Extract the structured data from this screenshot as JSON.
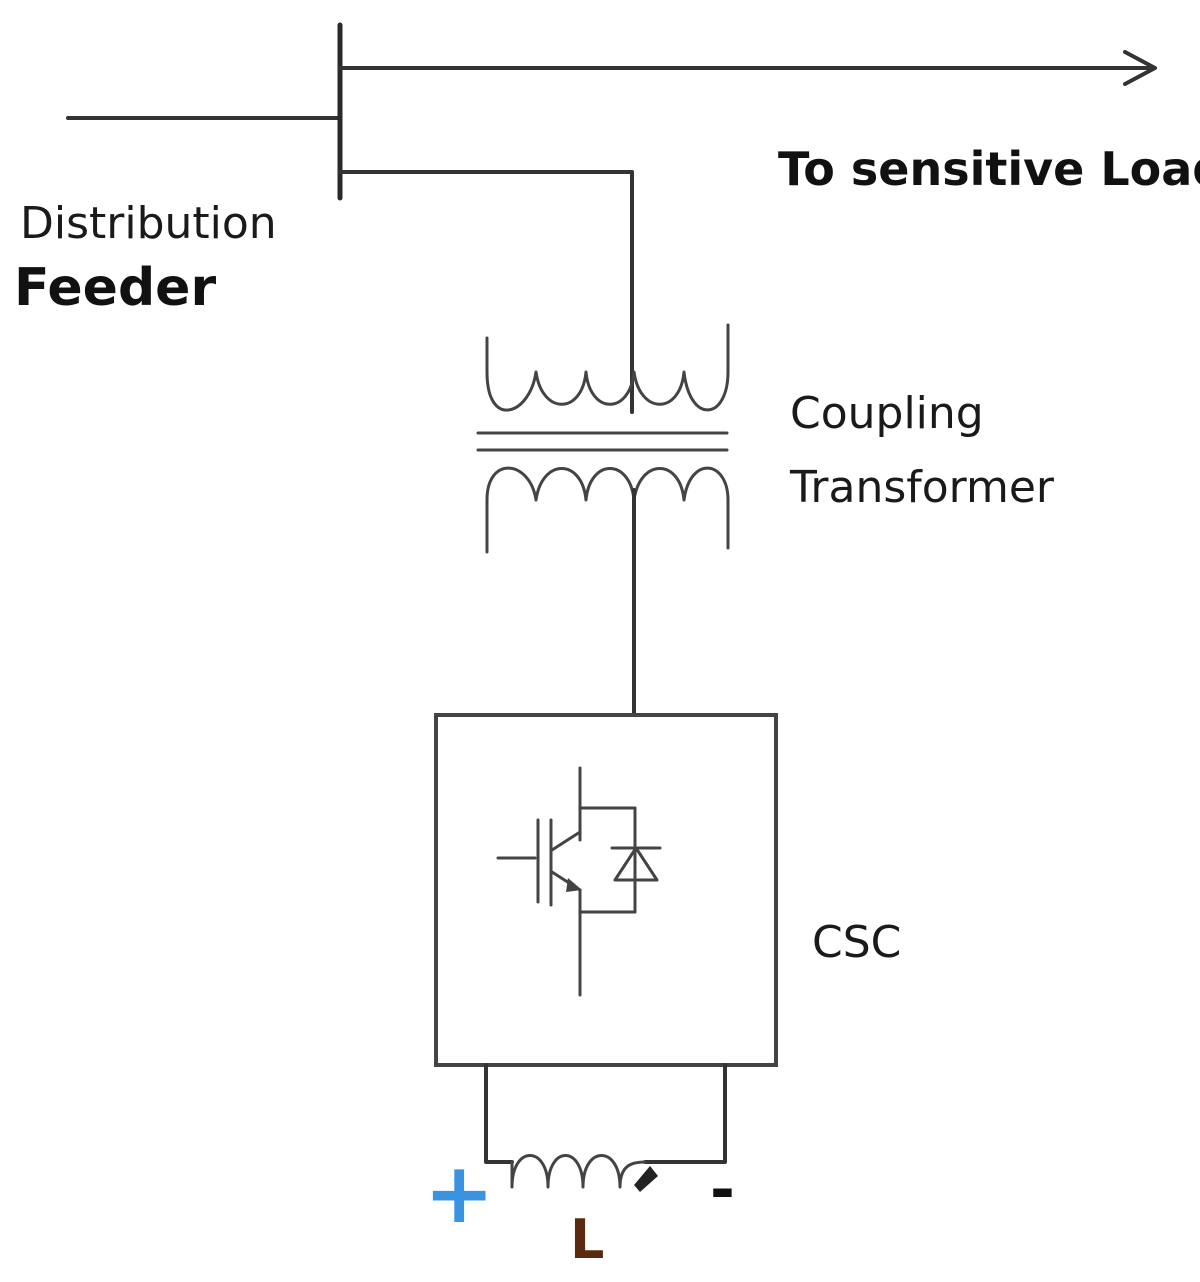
{
  "labels": {
    "load": "To sensitive Load",
    "feeder_line1": "Distribution",
    "feeder_line2": "Feeder",
    "transformer_line1": "Coupling",
    "transformer_line2": "Transformer",
    "converter": "CSC",
    "inductor": "L",
    "plus": "+",
    "minus": "-"
  },
  "colors": {
    "wire": "#333333",
    "plus_sign": "#3a93e0",
    "inductor_label": "#5a2a10",
    "minus_sign": "#111111"
  }
}
